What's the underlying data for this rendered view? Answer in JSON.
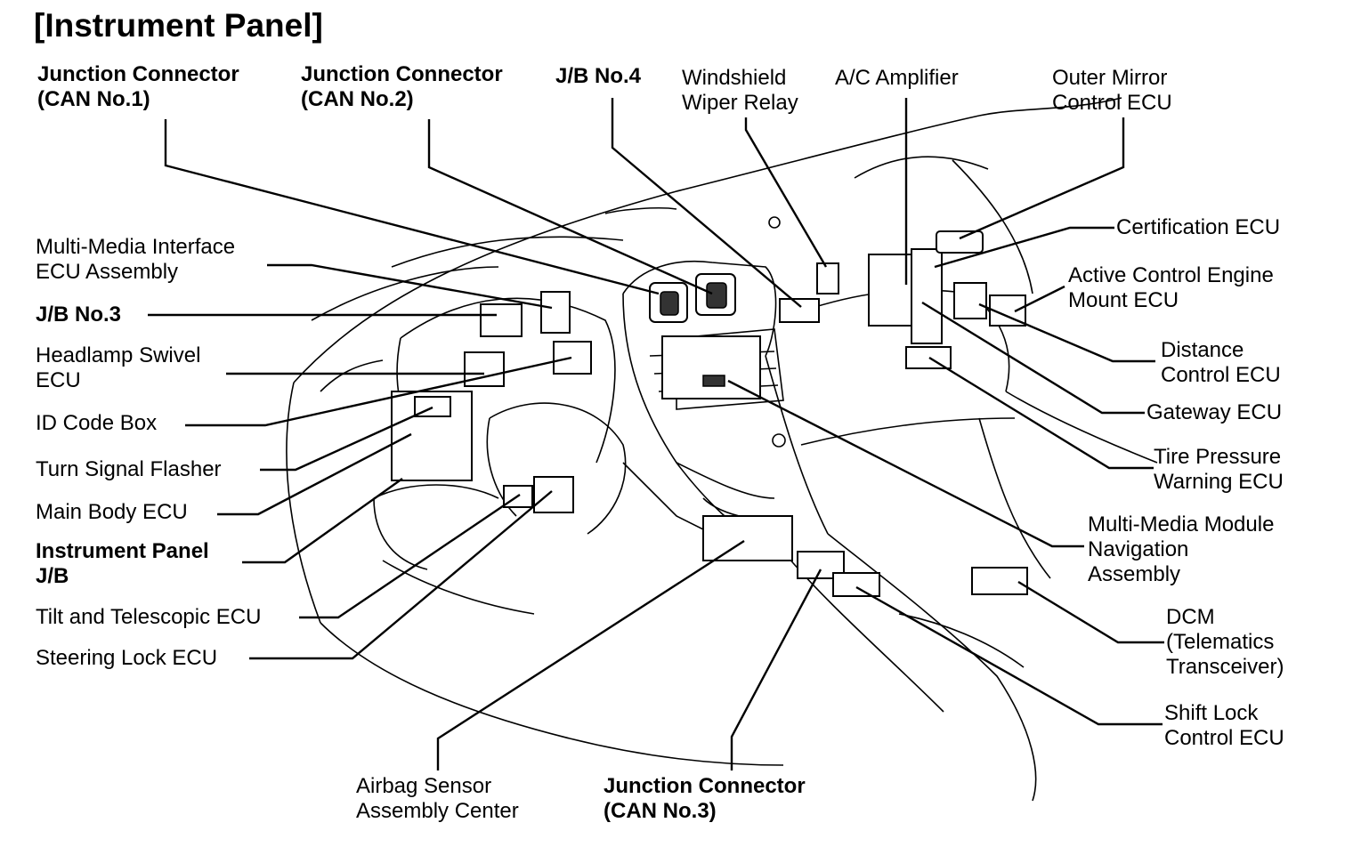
{
  "title": "[Instrument Panel]",
  "labels": {
    "jc_can1": [
      "Junction Connector",
      "(CAN No.1)"
    ],
    "jc_can2": [
      "Junction Connector",
      "(CAN No.2)"
    ],
    "jb4": [
      "J/B No.4"
    ],
    "wiper_relay": [
      "Windshield",
      "Wiper Relay"
    ],
    "ac_amp": [
      "A/C Amplifier"
    ],
    "mirror_ecu": [
      "Outer Mirror",
      "Control ECU"
    ],
    "cert_ecu": [
      "Certification ECU"
    ],
    "acem_ecu": [
      "Active Control Engine",
      "Mount ECU"
    ],
    "distance_ecu": [
      "Distance",
      "Control ECU"
    ],
    "gateway_ecu": [
      "Gateway ECU"
    ],
    "tire_ecu": [
      "Tire Pressure",
      "Warning ECU"
    ],
    "mm_nav": [
      "Multi-Media Module",
      "Navigation",
      "Assembly"
    ],
    "dcm": [
      "DCM",
      "(Telematics",
      "Transceiver)"
    ],
    "shift_lock": [
      "Shift Lock",
      "Control ECU"
    ],
    "jc_can3": [
      "Junction Connector",
      "(CAN No.3)"
    ],
    "airbag": [
      "Airbag Sensor",
      "Assembly Center"
    ],
    "mmi_ecu": [
      "Multi-Media Interface",
      "ECU Assembly"
    ],
    "jb3": [
      "J/B No.3"
    ],
    "headlamp": [
      "Headlamp Swivel",
      "ECU"
    ],
    "idcode": [
      "ID Code Box"
    ],
    "turn_flasher": [
      "Turn Signal Flasher"
    ],
    "main_body": [
      "Main Body ECU"
    ],
    "ip_jb": [
      "Instrument Panel",
      "J/B"
    ],
    "tilt_tele": [
      "Tilt and Telescopic ECU"
    ],
    "steer_lock": [
      "Steering Lock ECU"
    ]
  }
}
